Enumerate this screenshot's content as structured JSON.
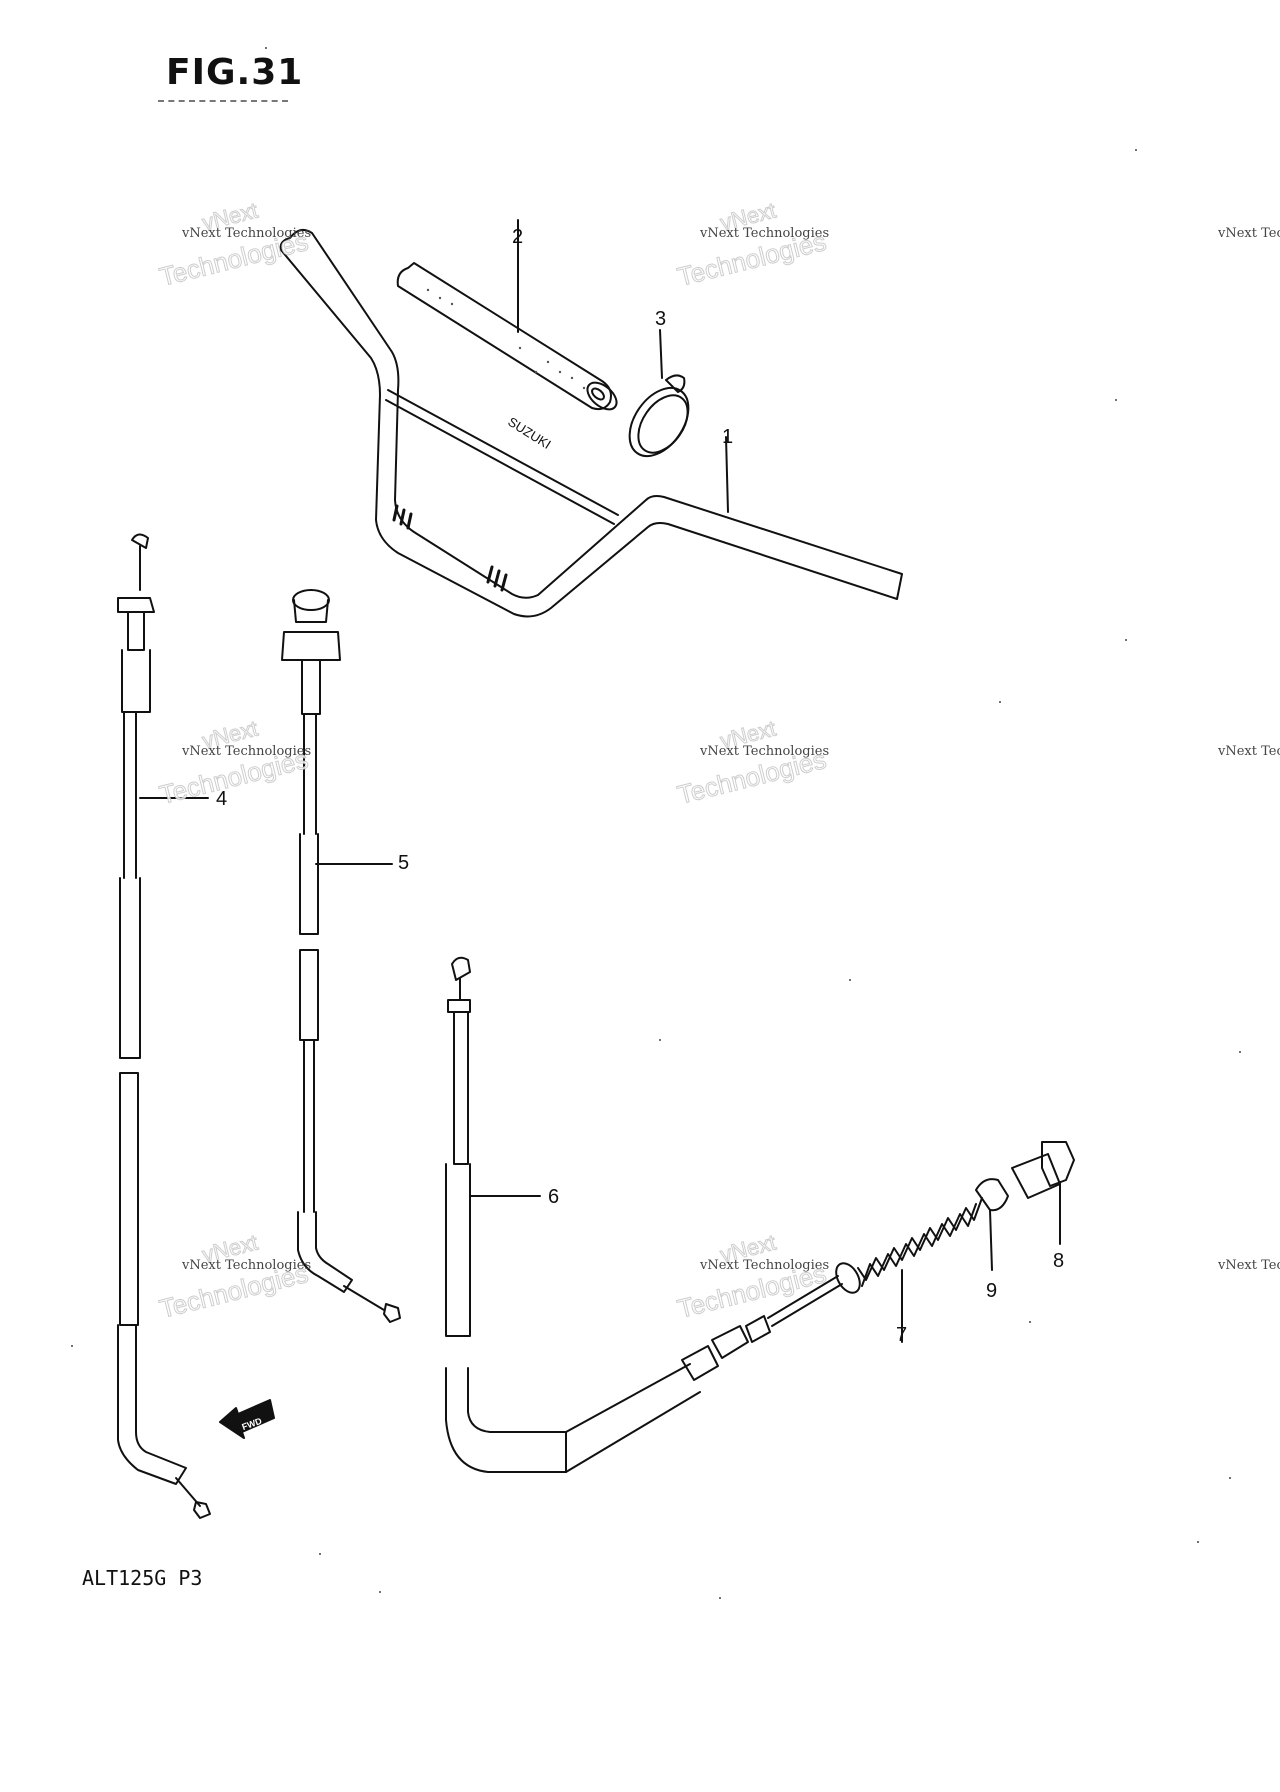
{
  "figure": {
    "title": "FIG.31",
    "model": "ALT125G P3"
  },
  "callouts": [
    "1",
    "2",
    "3",
    "4",
    "5",
    "6",
    "7",
    "8",
    "9"
  ],
  "grip_text": "SUZUKI",
  "fwd_label": "FWD",
  "watermark": {
    "small": "vNext Technologies",
    "large": "Technologies",
    "top": "vNext"
  }
}
